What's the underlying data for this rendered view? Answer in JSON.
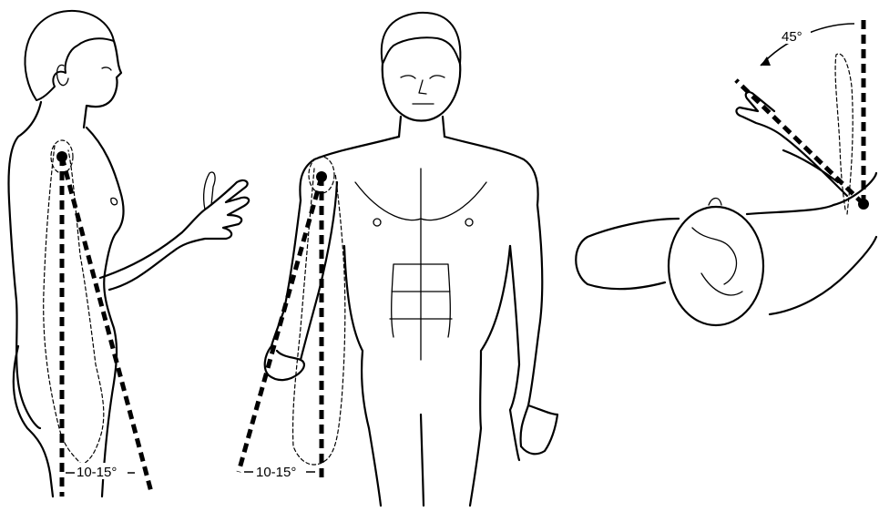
{
  "figures": [
    {
      "view": "side",
      "angle_label": "10-15°"
    },
    {
      "view": "front",
      "angle_label": "10-15°"
    },
    {
      "view": "top",
      "angle_label": "45°"
    }
  ]
}
